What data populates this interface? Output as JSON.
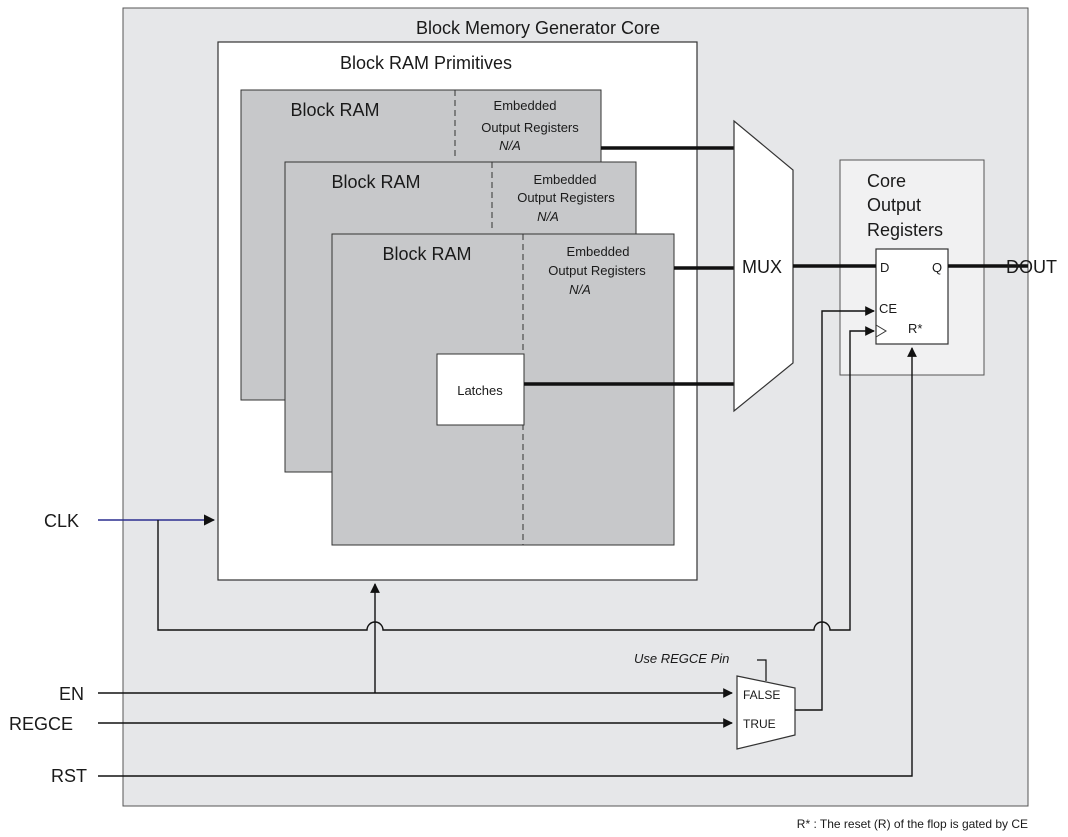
{
  "core": {
    "title": "Block Memory Generator Core"
  },
  "primitives": {
    "title": "Block RAM Primitives"
  },
  "ram_blocks": [
    {
      "label": "Block RAM",
      "eor_line1": "Embedded",
      "eor_line2": "Output Registers",
      "eor_na": "N/A"
    },
    {
      "label": "Block RAM",
      "eor_line1": "Embedded",
      "eor_line2": "Output Registers",
      "eor_na": "N/A"
    },
    {
      "label": "Block RAM",
      "eor_line1": "Embedded",
      "eor_line2": "Output Registers",
      "eor_na": "N/A"
    }
  ],
  "latches": {
    "label": "Latches"
  },
  "mux": {
    "label": "MUX"
  },
  "core_regs": {
    "line1": "Core",
    "line2": "Output",
    "line3": "Registers"
  },
  "flop": {
    "d": "D",
    "q": "Q",
    "ce": "CE",
    "r": "R*"
  },
  "small_mux": {
    "title": "Use REGCE Pin",
    "false_label": "FALSE",
    "true_label": "TRUE"
  },
  "signals": {
    "clk": "CLK",
    "en": "EN",
    "regce": "REGCE",
    "rst": "RST",
    "dout": "DOUT"
  },
  "footnote": "R* : The reset (R) of the flop is gated by CE",
  "colors": {
    "core_bg": "#e6e7e9",
    "ram_bg": "#c7c8ca",
    "clk_line": "#2b2f8f"
  }
}
